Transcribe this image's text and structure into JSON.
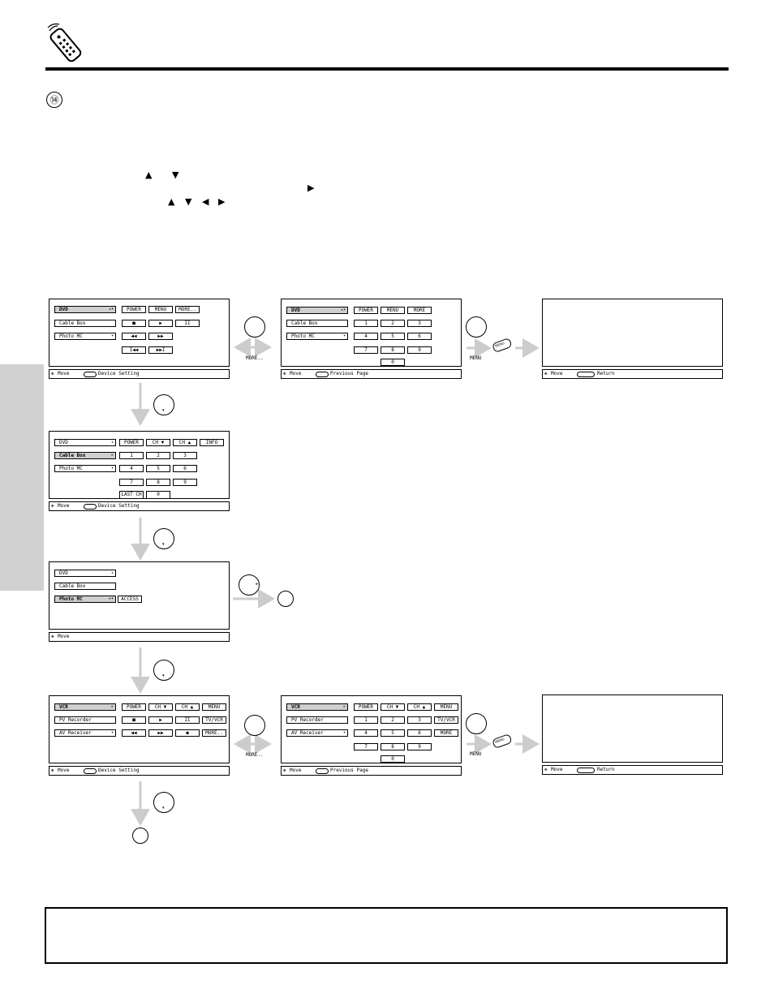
{
  "header": {
    "step_number": "⑭"
  },
  "instruction_arrows": {
    "line1": [
      "▲",
      "▼"
    ],
    "line2": [
      "▶"
    ],
    "line3": [
      "▲",
      "▼",
      "◀",
      "▶"
    ]
  },
  "status_bar": {
    "move": "Move",
    "device_setting": "Device Setting",
    "previous_page": "Previous Page",
    "return": "Return"
  },
  "arrow_labels": {
    "more": "MORE..",
    "menu": "MENU",
    "remote_menu": "MENU"
  },
  "screen_dvd_page1": {
    "devices": [
      "DVD",
      "Cable Box",
      "Photo MC"
    ],
    "buttons": [
      "POWER",
      "MENU",
      "MORE..",
      "■",
      "▶",
      "II",
      "◀◀",
      "▶▶",
      "I◀◀",
      "▶▶I"
    ]
  },
  "screen_dvd_page2": {
    "devices": [
      "DVD",
      "Cable Box",
      "Photo MC"
    ],
    "buttons": [
      "POWER",
      "MENU",
      "MORE",
      "1",
      "2",
      "3",
      "4",
      "5",
      "6",
      "7",
      "8",
      "9",
      "0"
    ]
  },
  "screen_cable": {
    "devices": [
      "DVD",
      "Cable Box",
      "Photo MC"
    ],
    "buttons": [
      "POWER",
      "CH ▼",
      "CH ▲",
      "INFO",
      "1",
      "2",
      "3",
      "4",
      "5",
      "6",
      "7",
      "8",
      "9",
      "LAST CH",
      "0"
    ]
  },
  "screen_photo": {
    "devices": [
      "DVD",
      "Cable Box",
      "Photo MC"
    ],
    "buttons": [
      "ACCESS"
    ]
  },
  "screen_vcr_page1": {
    "devices": [
      "VCR",
      "PV Recorder",
      "AV Receiver"
    ],
    "buttons": [
      "POWER",
      "CH ▼",
      "CH ▲",
      "MENU",
      "■",
      "▶",
      "II",
      "TV/VCR",
      "◀◀",
      "▶▶",
      "●",
      "MORE.."
    ]
  },
  "screen_vcr_page2": {
    "devices": [
      "VCR",
      "PV Recorder",
      "AV Receiver"
    ],
    "buttons": [
      "POWER",
      "CH ▼",
      "CH ▲",
      "MENU",
      "1",
      "2",
      "3",
      "TV/VCR",
      "4",
      "5",
      "6",
      "MORE",
      "7",
      "8",
      "9",
      "0"
    ]
  },
  "colors": {
    "arrow": "#cccccc",
    "selected": "#cfcfcf",
    "sidetab": "#d0d0d0"
  }
}
